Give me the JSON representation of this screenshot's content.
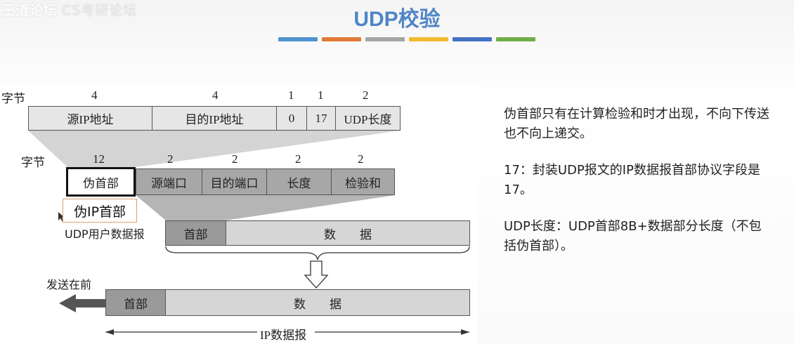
{
  "watermark": {
    "main": "王道论坛",
    "sub": "CS考研论坛"
  },
  "title": "UDP校验",
  "colorbar": [
    "#4f93d0",
    "#e07b39",
    "#a5a5a5",
    "#f2bb2e",
    "#4472c4",
    "#70ad47"
  ],
  "ip_pseudo": {
    "unit_label": "字节",
    "sizes": [
      "4",
      "4",
      "1",
      "1",
      "2"
    ],
    "fields": [
      "源IP地址",
      "目的IP地址",
      "0",
      "17",
      "UDP长度"
    ]
  },
  "udp_header": {
    "unit_label": "字节",
    "sizes": [
      "12",
      "2",
      "2",
      "2",
      "2"
    ],
    "fields": [
      "伪首部",
      "源端口",
      "目的端口",
      "长度",
      "检验和"
    ]
  },
  "callout": "伪IP首部",
  "udp_datagram": {
    "label": "UDP用户数据报",
    "header": "首部",
    "data": "数　　据"
  },
  "ip_datagram": {
    "send_label": "发送在前",
    "header": "首部",
    "data": "数　　据",
    "span_label": "IP数据报"
  },
  "notes": [
    "伪首部只有在计算检验和时才出现，不向下传送也不向上递交。",
    "17：封装UDP报文的IP数据报首部协议字段是17。",
    "UDP长度：UDP首部8B+数据部分长度（不包括伪首部）。"
  ]
}
